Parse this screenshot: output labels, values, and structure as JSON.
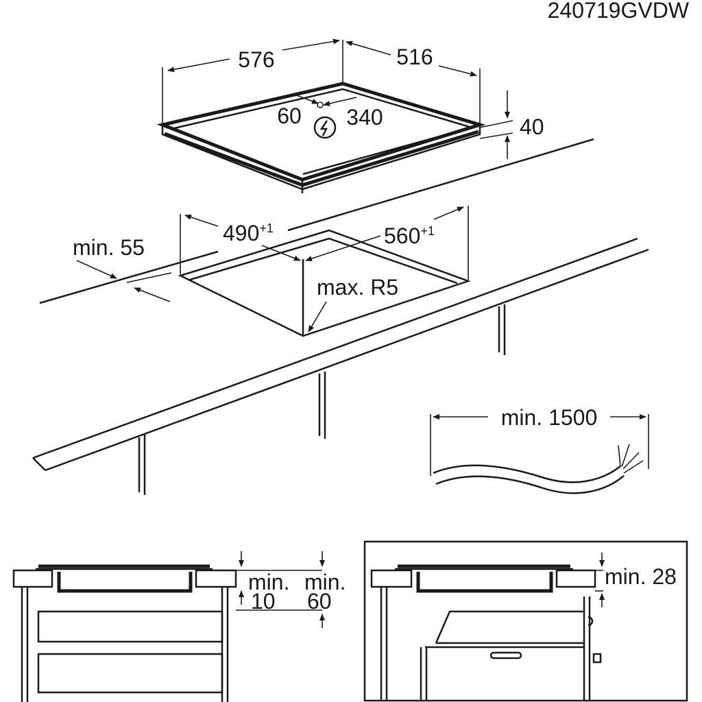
{
  "doc_code": "240719GVDW",
  "hob": {
    "width": "576",
    "depth": "516",
    "height": "40",
    "conn_left": "60",
    "conn_right": "340",
    "electric_symbol": "lightning-icon"
  },
  "cutout": {
    "depth": "490",
    "depth_tol": "+1",
    "width": "560",
    "width_tol": "+1",
    "front_margin": "min. 55",
    "radius": "max. R5"
  },
  "cable": {
    "length": "min. 1500"
  },
  "install_left": {
    "gap_label_1": "min.",
    "gap_value_1": "10",
    "gap_label_2": "min.",
    "gap_value_2": "60"
  },
  "install_right": {
    "gap": "min. 28"
  }
}
